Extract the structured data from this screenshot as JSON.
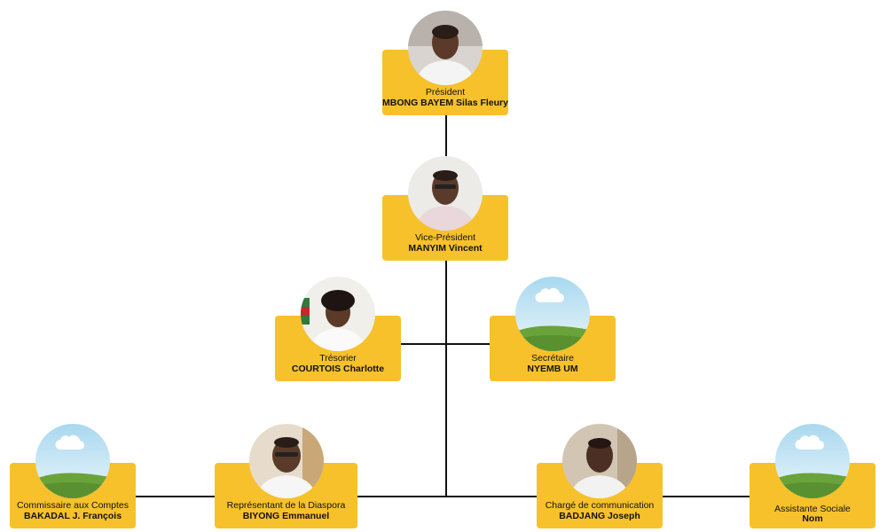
{
  "colors": {
    "card": "#f7c12b",
    "line": "#111111",
    "sky": "#bfe3f2",
    "grass": "#6aa33a"
  },
  "members": [
    {
      "role": "Président",
      "name": "MBONG BAYEM Silas Fleury",
      "avatar": "photo-avatar-icon"
    },
    {
      "role": "Vice-Président",
      "name": "MANYIM Vincent",
      "avatar": "photo-avatar-icon"
    },
    {
      "role": "Trésorier",
      "name": "COURTOIS Charlotte",
      "avatar": "photo-avatar-icon"
    },
    {
      "role": "Secrétaire",
      "name": "NYEMB UM",
      "avatar": "landscape-placeholder-icon"
    },
    {
      "role": "Commissaire aux Comptes",
      "name": "BAKADAL J. François",
      "avatar": "landscape-placeholder-icon"
    },
    {
      "role": "Représentant de la Diaspora",
      "name": "BIYONG Emmanuel",
      "avatar": "photo-avatar-icon"
    },
    {
      "role": "Chargé de communication",
      "name": "BADJANG Joseph",
      "avatar": "photo-avatar-icon"
    },
    {
      "role": "Assistante Sociale",
      "name": "Nom",
      "avatar": "landscape-placeholder-icon"
    }
  ]
}
